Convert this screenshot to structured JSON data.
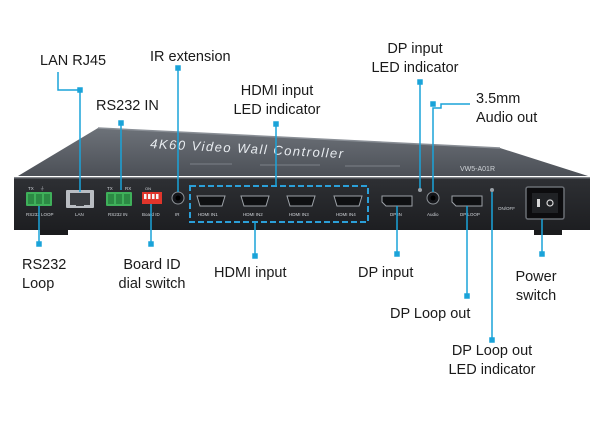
{
  "device": {
    "brand_mark": "",
    "title": "4K60 Video Wall Controller",
    "model": "VW5-A01R",
    "port_labels": {
      "rs232_loop": "RS232 LOOP",
      "lan": "LAN",
      "rs232_in": "RS232 IN",
      "board_id": "Board ID",
      "ir": "IR",
      "hdmi1": "HDMI IN1",
      "hdmi2": "HDMI IN2",
      "hdmi3": "HDMI IN3",
      "hdmi4": "HDMI IN4",
      "dp_in": "DP IN",
      "audio": "Audio",
      "dp_loop": "DP LOOP",
      "on_off": "ON/OFF",
      "tx": "TX",
      "rx": "RX",
      "gnd": "⏚"
    },
    "dip_label": "ON"
  },
  "callouts": {
    "lan_rj45": "LAN RJ45",
    "ir_extension": "IR extension",
    "rs232_in": "RS232 IN",
    "hdmi_led": [
      "HDMI input",
      "LED  indicator"
    ],
    "dp_led": [
      "DP input",
      "LED  indicator"
    ],
    "audio_out": [
      "3.5mm",
      "Audio out"
    ],
    "rs232_loop": [
      "RS232",
      "Loop"
    ],
    "board_id": [
      "Board ID",
      "dial switch"
    ],
    "hdmi_input": "HDMI input",
    "dp_input": "DP input",
    "power_switch": [
      "Power",
      "switch"
    ],
    "dp_loop_out": "DP Loop out",
    "dp_loop_led": [
      "DP Loop out",
      "LED indicator"
    ]
  },
  "colors": {
    "chassis": "#4a4e54",
    "panel": "#2a2c30",
    "pointer": "#1aa3d9",
    "hdmi_box": "#2b9fd8",
    "terminal": "#3fb05a"
  }
}
